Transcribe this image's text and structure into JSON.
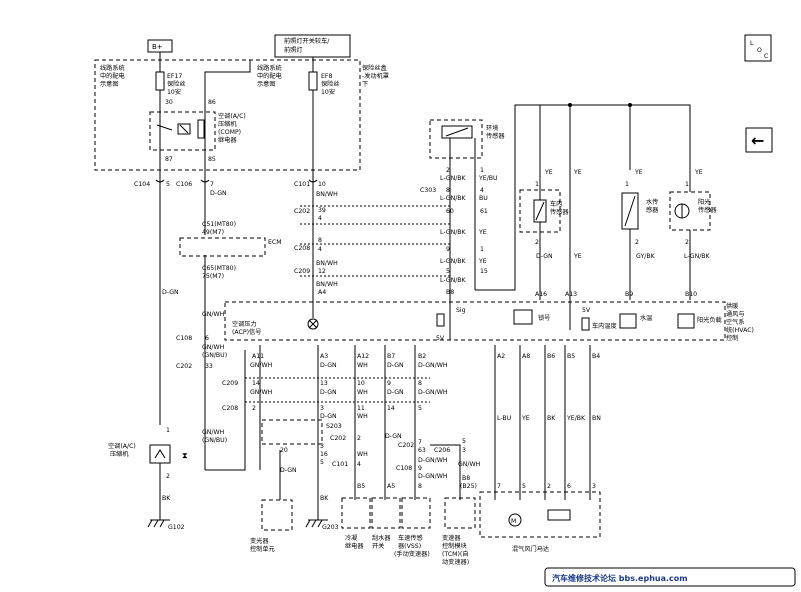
{
  "power": {
    "bplus": "B+",
    "front_fog_switch": [
      "前照灯开关较车/",
      "前照灯"
    ],
    "fusebox_left": [
      "线路系统",
      "中的配电",
      "示意图"
    ],
    "fusebox_right": [
      "线路系统",
      "中的配电",
      "示意图"
    ],
    "fusebox_engine": [
      "保险丝盒",
      "-发动机罩",
      "下"
    ],
    "ef17": [
      "EF17",
      "保险丝",
      "10安"
    ],
    "ef8": [
      "EF8",
      "保险丝",
      "10安"
    ]
  },
  "relay": {
    "label": [
      "空调(A/C)",
      "压缩机",
      "(COMP)",
      "继电器"
    ],
    "pins": [
      "30",
      "86",
      "87",
      "85"
    ]
  },
  "connectors": {
    "c104": "C104",
    "c106": "C106",
    "c101": "C101",
    "c202": "C202",
    "c208": "C208",
    "c209": "C209",
    "c303": "C303",
    "c108": "C108",
    "c51": [
      "C51(MT80)",
      "49(M7)"
    ],
    "c65": [
      "C65(MT80)",
      "75(M7)"
    ],
    "ecm": "ECM",
    "s203": "S203",
    "c206": "C206",
    "g102": "G102",
    "g203": "G203"
  },
  "wires": {
    "dgn": "D-GN",
    "bnwh": "BN/WH",
    "gnwh": "GN/WH",
    "gnwh_gnbu": [
      "GN/WH",
      "(GN/BU)"
    ],
    "lgnbk": "L-GN/BK",
    "yebu": "YE/BU",
    "ye": "YE",
    "bu": "BU",
    "wh": "WH",
    "dgnwh": "D-GN/WH",
    "bk": "BK",
    "gybk": "GY/BK",
    "lbu": "L-BU",
    "yebk": "YE/BK",
    "bn": "BN"
  },
  "pins": {
    "n5": "5",
    "n7": "7",
    "n10": "10",
    "n39": "39",
    "n4": "4",
    "n8": "8",
    "n12": "12",
    "n6": "6",
    "n33": "33",
    "n2": "2",
    "n1": "1",
    "n60": "60",
    "n61": "61",
    "n9": "9",
    "n15": "15",
    "n14": "14",
    "n13": "13",
    "n11": "11",
    "n3": "3",
    "n16": "16",
    "n20": "20",
    "n63": "63",
    "n5b": "5"
  },
  "sensors": {
    "ambient": [
      "环境",
      "传感器"
    ],
    "incar": [
      "车内",
      "传感器"
    ],
    "water": [
      "水传",
      "感器"
    ],
    "sun": [
      "阳光",
      "传感器"
    ]
  },
  "hvac_module": {
    "label": [
      "供暖",
      "通风与",
      "空气系",
      "统(HVAC)",
      "控制"
    ],
    "acp": [
      "空调压力",
      "(ACP)信号"
    ],
    "sig": "Sig",
    "v5": "5V",
    "v5b": "5V",
    "pins_top": [
      "A16",
      "A13",
      "B9",
      "B10",
      "B8",
      "A4"
    ],
    "pins_bottom": [
      "A11",
      "A3",
      "A12",
      "B7",
      "B2",
      "A2",
      "A8",
      "B6",
      "B5",
      "B4"
    ],
    "ref": "锁号",
    "incar_temp": "车内温度",
    "water_temp": "水温",
    "sun_load": "阳光负载"
  },
  "components": {
    "compressor": [
      "空调(A/C)",
      "压缩机"
    ],
    "clutch_ctrl": [
      "变光器",
      "控制单元"
    ],
    "condenser_relay": [
      "冷凝",
      "继电器"
    ],
    "wiper_switch": [
      "刮水器",
      "开关"
    ],
    "vss": [
      "车速传感",
      "器(VSS)",
      "(手动变速器)"
    ],
    "tcm": [
      "变速器",
      "控制模块",
      "(TCM)(自",
      "动变速器)"
    ],
    "blend_door": "混气风门马达",
    "b8b25": [
      "B8",
      "(B25)"
    ],
    "b5": "B5",
    "a5": "A5",
    "b6": "B6"
  },
  "nav": {
    "loc": [
      "L",
      "O",
      "C"
    ],
    "back": "←"
  },
  "watermark": "汽车维修技术论坛 bbs.ephua.com"
}
